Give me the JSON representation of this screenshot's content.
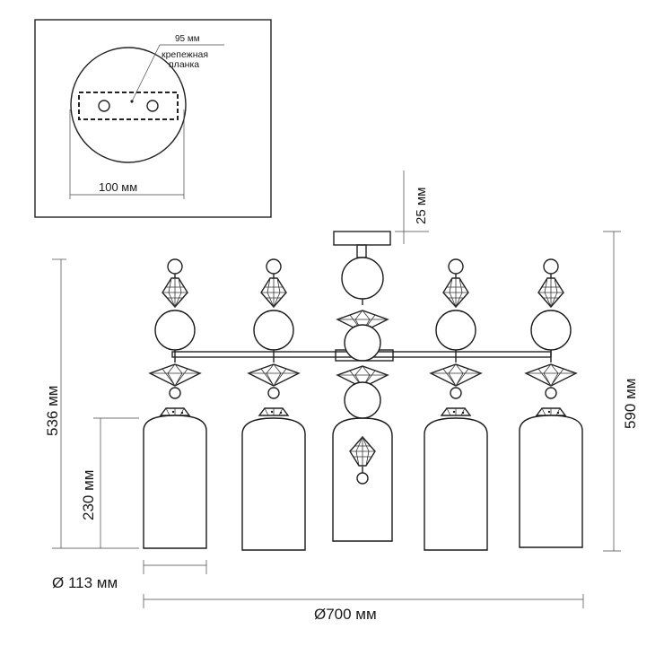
{
  "inset": {
    "plate_width_label": "95 мм",
    "plate_name_line1": "крепежная",
    "plate_name_line2": "планка",
    "canopy_width_label": "100 мм"
  },
  "dimensions": {
    "mount_height": "25 мм",
    "body_height": "536 мм",
    "shade_height": "230 мм",
    "total_height": "590 мм",
    "shade_diameter": "Ø 113 мм",
    "total_diameter": "Ø700 мм"
  },
  "colors": {
    "line": "#1a1a1a",
    "background": "#ffffff"
  }
}
